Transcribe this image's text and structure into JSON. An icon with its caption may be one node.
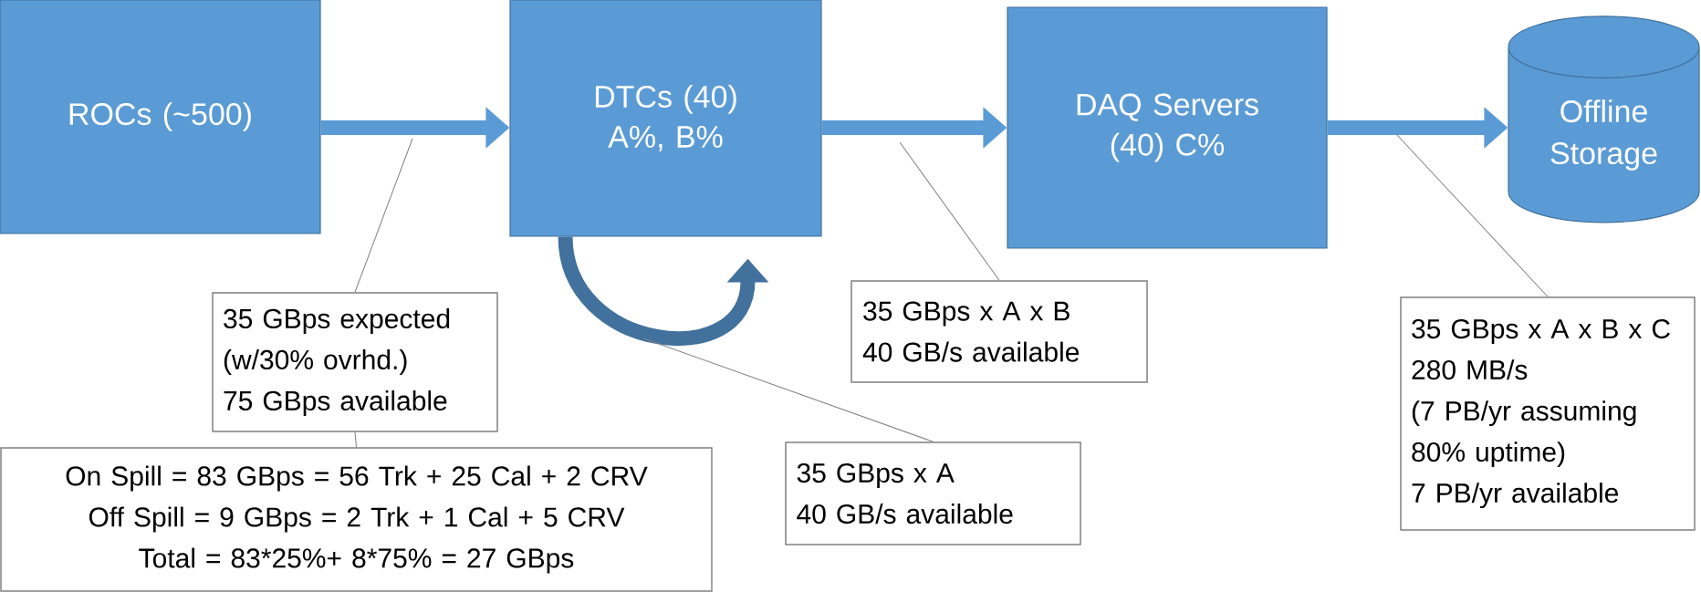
{
  "diagram": {
    "nodes": [
      {
        "text": [
          "ROCs (~500)"
        ]
      },
      {
        "text": [
          "DTCs (40) A%, B%"
        ]
      },
      {
        "text": [
          "DAQ Servers (40) C%"
        ]
      },
      {
        "text": [
          "Offline Storage"
        ]
      },
      {
        "text": [
          "35 GBps expected (w/30% ovrhd.)",
          "75 GBps available"
        ]
      },
      {
        "text": [
          "On Spill = 83 GBps = 56 Trk + 25 Cal + 2 CRV",
          "Off Spill = 9 GBps = 2 Trk + 1 Cal + 5 CRV",
          "Total = 83*25%+ 8*75% = 27 GBps"
        ]
      },
      {
        "text": [
          "35 GBps x A",
          "40 GB/s available"
        ]
      },
      {
        "text": [
          "35 GBps x A x B",
          "40 GB/s available"
        ]
      },
      {
        "text": [
          "35 GBps x A x B x C",
          "280 MB/s",
          "(7 PB/yr assuming 80% uptime)",
          "7 PB/yr available"
        ]
      }
    ],
    "edges": [
      {
        "from": 0,
        "to": 1,
        "arrow": "to",
        "style": "thick"
      },
      {
        "from": 1,
        "to": 2,
        "arrow": "to",
        "style": "thick"
      },
      {
        "from": 2,
        "to": 3,
        "arrow": "to",
        "style": "thick"
      },
      {
        "from": 1,
        "to": 1,
        "arrow": "to",
        "style": "thick"
      },
      {
        "from": 4,
        "to": 5,
        "arrow": "none"
      },
      {
        "from": 4,
        "to": null,
        "arrow": "none"
      },
      {
        "from": 6,
        "to": null,
        "arrow": "none"
      },
      {
        "from": 7,
        "to": null,
        "arrow": "none"
      },
      {
        "from": 8,
        "to": null,
        "arrow": "none"
      }
    ]
  }
}
